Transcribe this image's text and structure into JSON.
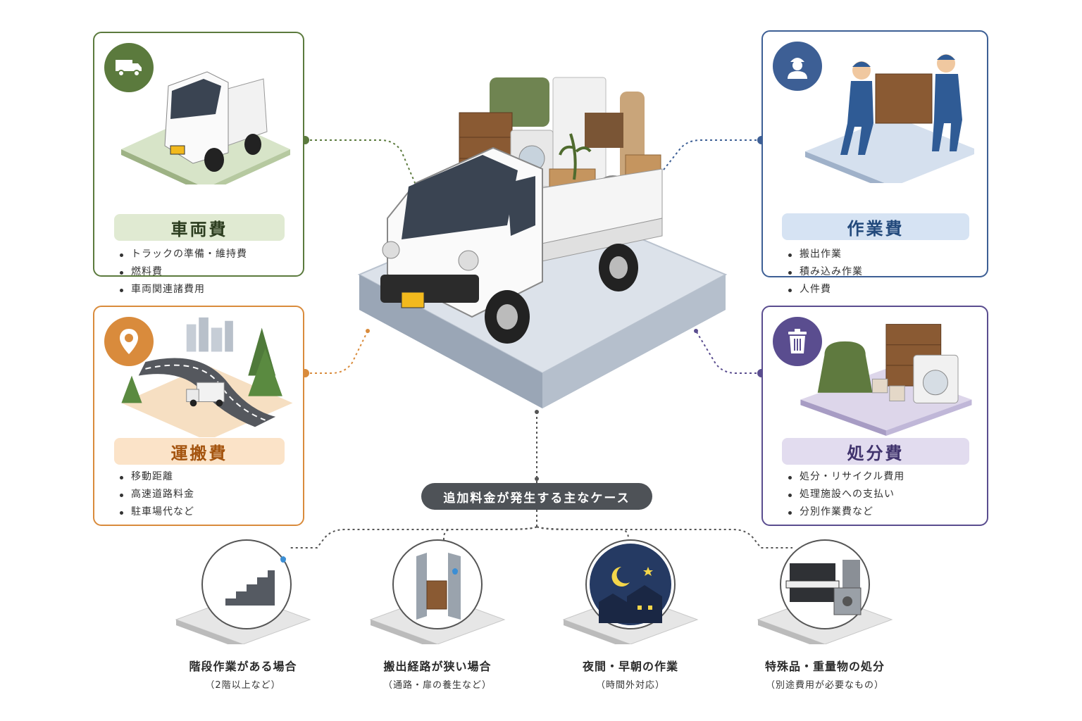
{
  "cards": [
    {
      "key": "vehicle",
      "title": "車両費",
      "icon": "truck-icon",
      "accent": "#5b7a3d",
      "items": [
        "トラックの準備・維持費",
        "燃料費",
        "車両関連諸費用"
      ]
    },
    {
      "key": "work",
      "title": "作業費",
      "icon": "worker-icon",
      "accent": "#3d5f95",
      "items": [
        "搬出作業",
        "積み込み作業",
        "人件費"
      ]
    },
    {
      "key": "transport",
      "title": "運搬費",
      "icon": "location-pin-icon",
      "accent": "#d98b3c",
      "items": [
        "移動距離",
        "高速道路料金",
        "駐車場代など"
      ]
    },
    {
      "key": "disposal",
      "title": "処分費",
      "icon": "trash-icon",
      "accent": "#5a4d8f",
      "items": [
        "処分・リサイクル費用",
        "処理施設への支払い",
        "分別作業費など"
      ]
    }
  ],
  "extra": {
    "label": "追加料金が発生する主なケース",
    "cases": [
      {
        "key": "stairs",
        "title": "階段作業がある場合",
        "sub": "（2階以上など）",
        "icon": "stairs-icon"
      },
      {
        "key": "narrow",
        "title": "搬出経路が狭い場合",
        "sub": "（通路・扉の養生など）",
        "icon": "narrow-door-icon"
      },
      {
        "key": "night",
        "title": "夜間・早朝の作業",
        "sub": "（時間外対応）",
        "icon": "moon-night-icon"
      },
      {
        "key": "special",
        "title": "特殊品・重量物の処分",
        "sub": "（別途費用が必要なもの）",
        "icon": "piano-safe-icon"
      }
    ]
  }
}
